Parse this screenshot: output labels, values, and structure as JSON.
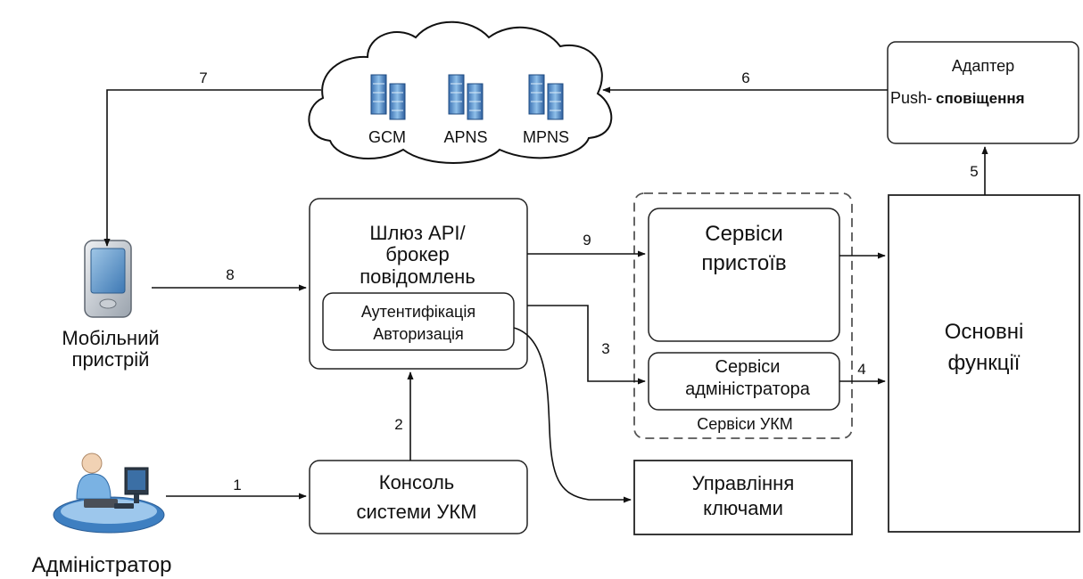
{
  "cloud": {
    "services": [
      "GCM",
      "APNS",
      "MPNS"
    ]
  },
  "push_adapter": {
    "line1": "Адаптер",
    "line2_prefix": "Push-",
    "line2_bold": "сповіщення"
  },
  "api_gateway": {
    "title_lines": [
      "Шлюз API/",
      "брокер",
      "повідомлень"
    ],
    "auth_lines": [
      "Аутентифікація",
      "Авторизація"
    ]
  },
  "ukm_services": {
    "group_label": "Сервіси УКМ",
    "device_services_lines": [
      "Сервіси",
      "пристоїв"
    ],
    "admin_services_lines": [
      "Сервіси",
      "адміністратора"
    ]
  },
  "core_functions": {
    "lines": [
      "Основні",
      "функції"
    ]
  },
  "key_management": {
    "lines": [
      "Управління",
      "ключами"
    ]
  },
  "console": {
    "lines": [
      "Консоль",
      "системи УКМ"
    ]
  },
  "actors": {
    "mobile_lines": [
      "Мобільний",
      "пристрій"
    ],
    "admin": "Адміністратор"
  },
  "flows": [
    "1",
    "2",
    "3",
    "4",
    "5",
    "6",
    "7",
    "8",
    "9"
  ]
}
